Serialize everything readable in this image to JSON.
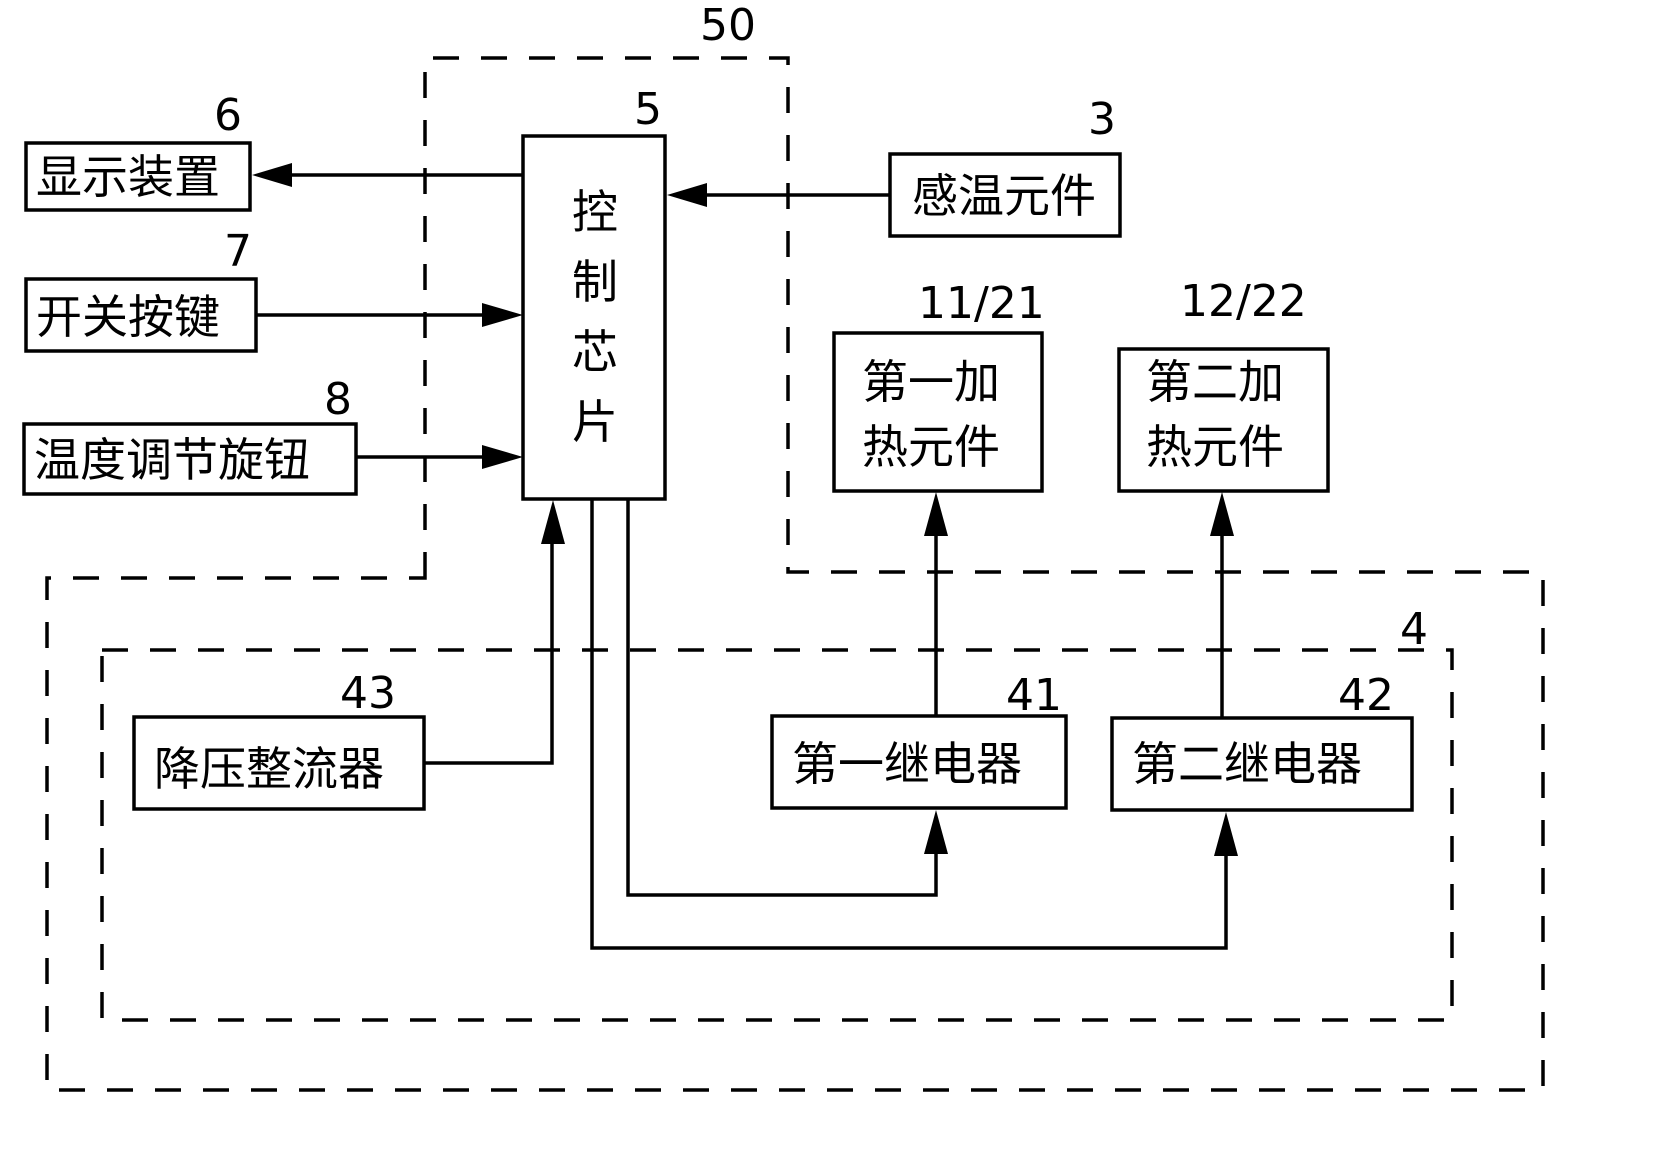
{
  "diagram": {
    "groups": {
      "control_module": {
        "ref": "50"
      },
      "power_module": {
        "ref": "4"
      }
    },
    "blocks": {
      "display": {
        "ref": "6",
        "label": "显示装置"
      },
      "switch_key": {
        "ref": "7",
        "label": "开关按键"
      },
      "temp_knob": {
        "ref": "8",
        "label": "温度调节旋钮"
      },
      "control_chip": {
        "ref": "5",
        "label_lines": [
          "控",
          "制",
          "芯",
          "片"
        ]
      },
      "temp_sensor": {
        "ref": "3",
        "label": "感温元件"
      },
      "heater_1": {
        "ref": "11/21",
        "label_lines": [
          "第一加",
          "热元件"
        ]
      },
      "heater_2": {
        "ref": "12/22",
        "label_lines": [
          "第二加",
          "热元件"
        ]
      },
      "rectifier": {
        "ref": "43",
        "label": "降压整流器"
      },
      "relay_1": {
        "ref": "41",
        "label": "第一继电器"
      },
      "relay_2": {
        "ref": "42",
        "label": "第二继电器"
      }
    },
    "connections": [
      {
        "from": "control_chip",
        "to": "display"
      },
      {
        "from": "switch_key",
        "to": "control_chip"
      },
      {
        "from": "temp_knob",
        "to": "control_chip"
      },
      {
        "from": "temp_sensor",
        "to": "control_chip"
      },
      {
        "from": "rectifier",
        "to": "control_chip"
      },
      {
        "from": "control_chip",
        "to": "relay_1"
      },
      {
        "from": "control_chip",
        "to": "relay_2"
      },
      {
        "from": "relay_1",
        "to": "heater_1"
      },
      {
        "from": "relay_2",
        "to": "heater_2"
      }
    ]
  }
}
